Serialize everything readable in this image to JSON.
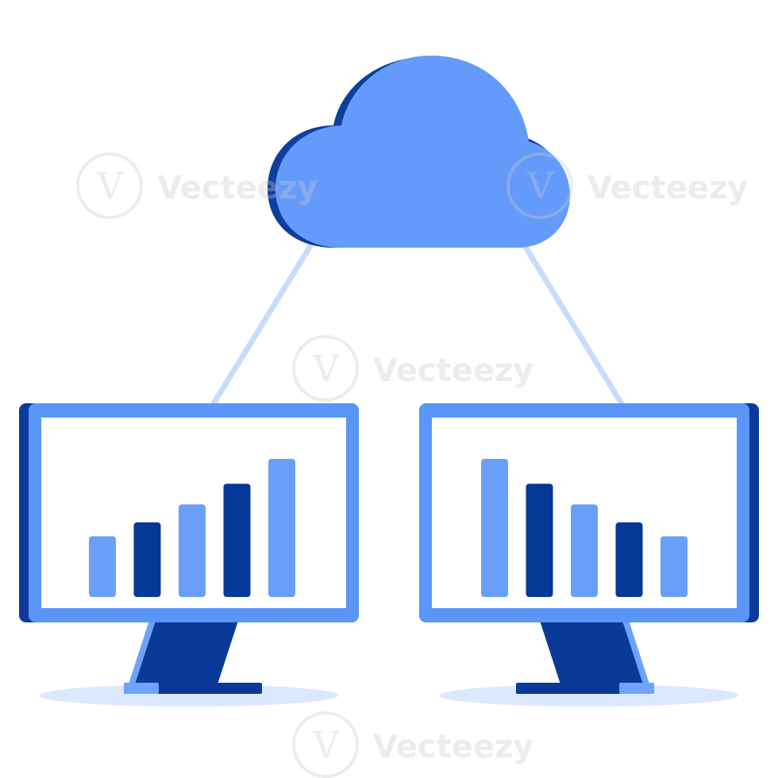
{
  "colors": {
    "background": "#ffffff",
    "cloud_light": "#649bfb",
    "cloud_dark": "#0e3f9f",
    "connector": "#c7dcfc",
    "monitor_frame": "#5a95f8",
    "monitor_edge": "#0b3a9a",
    "screen": "#ffffff",
    "bar_light": "#6a9ff9",
    "bar_dark": "#063898",
    "stand": "#0a3a97",
    "stand_highlight": "#6fa3fb",
    "shadow": "#dbe8fe",
    "watermark": "#c9c9c9"
  },
  "icons": {
    "cloud": "cloud-icon",
    "left_monitor": "monitor-icon",
    "right_monitor": "monitor-icon"
  },
  "monitors": [
    {
      "name": "left",
      "bars": [
        {
          "level": 0.44,
          "tone": "light"
        },
        {
          "level": 0.54,
          "tone": "dark"
        },
        {
          "level": 0.67,
          "tone": "light"
        },
        {
          "level": 0.82,
          "tone": "dark"
        },
        {
          "level": 1.0,
          "tone": "light"
        }
      ]
    },
    {
      "name": "right",
      "bars": [
        {
          "level": 1.0,
          "tone": "light"
        },
        {
          "level": 0.82,
          "tone": "dark"
        },
        {
          "level": 0.67,
          "tone": "light"
        },
        {
          "level": 0.54,
          "tone": "dark"
        },
        {
          "level": 0.44,
          "tone": "light"
        }
      ]
    }
  ],
  "watermark": {
    "text": "Vecteezy",
    "logo_letter": "V"
  }
}
